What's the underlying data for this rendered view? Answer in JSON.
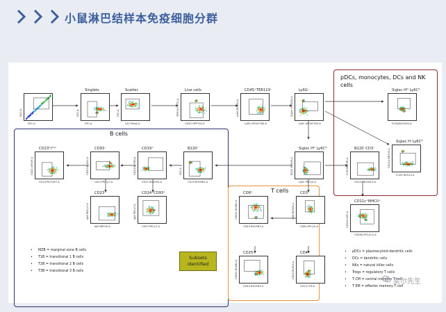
{
  "header": {
    "title": "小鼠淋巴结样本免疫细胞分群"
  },
  "colors": {
    "accent": "#3b5e9c",
    "bcell_box": "#2a2f6e",
    "tcell_box": "#e0953a",
    "pdc_box": "#8a2a2a",
    "subsets_bg": "#b7b61e"
  },
  "sections": {
    "bcells": "B cells",
    "tcells": "T cells",
    "pdc": "pDCs, monocytes, DCs and NK cells",
    "subsets": "Subsets identified"
  },
  "plots": [
    {
      "id": "p-fsch",
      "title": "",
      "xaxis": "SSC-A",
      "yaxis": "SSC-H"
    },
    {
      "id": "p-sing",
      "title": "Singlets",
      "xaxis": "FSC-A",
      "yaxis": "SSC-A"
    },
    {
      "id": "p-scat",
      "title": "Scatter",
      "xaxis": "L/D Ghost-A",
      "yaxis": "FSC-A"
    },
    {
      "id": "p-live",
      "title": "Live cells",
      "xaxis": "CD45 HPF700-A",
      "yaxis": "TER119 FITC-A"
    },
    {
      "id": "p-cd45",
      "title": "CD45⁺TER119⁻",
      "xaxis": "Ly6G APCeF780-A",
      "yaxis": "Ly6G BV650-A"
    },
    {
      "id": "p-ly6g",
      "title": "Ly6G⁻",
      "xaxis": "Ly6C APCeF780-A",
      "yaxis": "Siglec H PE/Dz-A"
    },
    {
      "id": "p-sigh",
      "title": "Siglec Hʰⁱ Ly6Cʰⁱ",
      "xaxis": "Ly6C PECy5-A",
      "yaxis": "B220 BV605-A"
    },
    {
      "id": "p-b220",
      "title": "B220⁺",
      "xaxis": "CD19 BUV661-A",
      "yaxis": "SSC-A"
    },
    {
      "id": "p-cd19",
      "title": "CD19⁺",
      "xaxis": "CD21 BUV395-A",
      "yaxis": "CD24 BV786-A"
    },
    {
      "id": "p-cd93",
      "title": "CD93⁻",
      "xaxis": "CD23 PECy7-A",
      "yaxis": "CD93 BV421-A"
    },
    {
      "id": "p-cd23",
      "title": "CD23ʰⁱ/ˡᵒʷ",
      "xaxis": "CD1d PE/CyB7-A",
      "yaxis": "CD21 APCeF-A"
    },
    {
      "id": "p-cd23p",
      "title": "CD23⁺",
      "xaxis": "IgD BB700-A",
      "yaxis": "IgM PE/Cy7-A"
    },
    {
      "id": "p-cd24",
      "title": "CD24⁺CD93⁺",
      "xaxis": "CD23 PECy7-A",
      "yaxis": "IgM PECy7-A"
    },
    {
      "id": "p-siglh",
      "title": "Siglec Hʰⁱ Ly6Cʰⁱ",
      "xaxis": "S100/BUV395-A",
      "yaxis": ""
    },
    {
      "id": "p-siglo",
      "title": "Siglec H⁻Ly6Cʰⁱ",
      "xaxis": "CCR2 BV510-A",
      "yaxis": "CD11b BB700-A"
    },
    {
      "id": "p-b220n",
      "title": "B220⁻CD3⁻",
      "xaxis": "CD11c BUV615-A",
      "yaxis": "CCR3/B8 PE-A"
    },
    {
      "id": "p-cd11c",
      "title": "CD11c⁺MHCII⁺",
      "xaxis": "CD49b PECy5.5-A",
      "yaxis": "CD11b APC-A"
    },
    {
      "id": "p-cd8",
      "title": "CD8⁺",
      "xaxis": "CD44 BUV563-A",
      "yaxis": "CD62L BV480-A"
    },
    {
      "id": "p-cd3",
      "title": "CD3⁺",
      "xaxis": "CD8a PECy5-A",
      "yaxis": "CD4 BV605-A"
    },
    {
      "id": "p-cd25",
      "title": "CD25⁺",
      "xaxis": "CD44 BUV563-A",
      "yaxis": "CD62L BV480-A"
    },
    {
      "id": "p-cd4",
      "title": "CD4⁺",
      "xaxis": "CD127 PE-A",
      "yaxis": "CD25 BV421-A"
    }
  ],
  "legend_b": [
    "MZB = marginal zone B cells",
    "T1B = transitional 1 B cells",
    "T2B = transitional 2 B cells",
    "T3B = transitional 3 B cells"
  ],
  "legend_other": [
    "pDCs = plasmacytoid dendritic cells",
    "DCs = dendritic cells",
    "NKs = natural killer cells",
    "Tregs = regulatory T cells",
    "T CM = central memory T cell",
    "T EM = effector memory T cell"
  ],
  "watermark": "奕尔先生"
}
